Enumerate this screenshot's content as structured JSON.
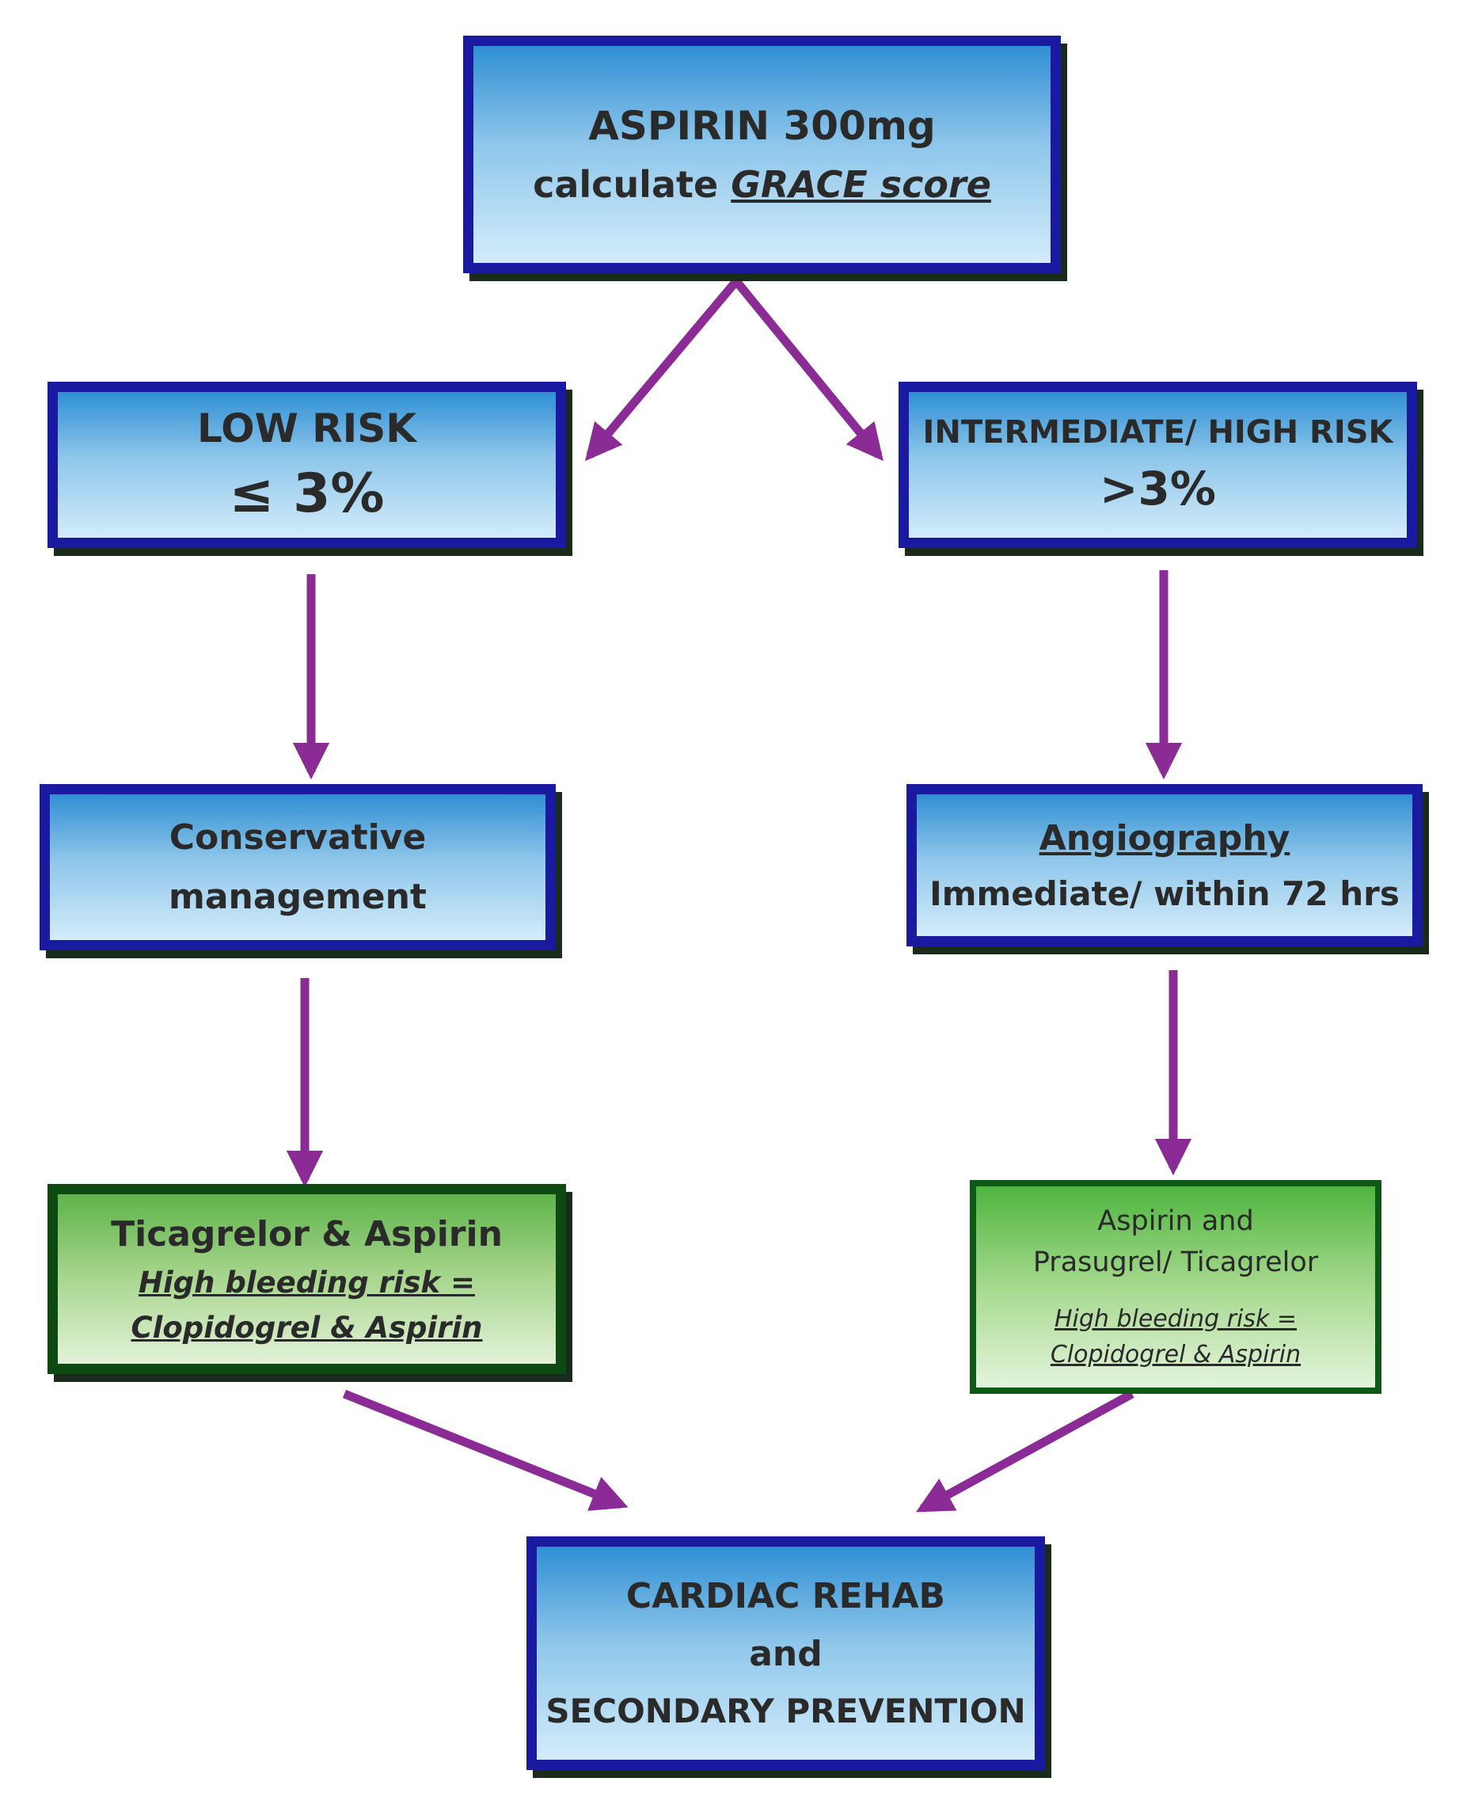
{
  "nodes": {
    "start": {
      "line1": "ASPIRIN 300mg",
      "line2_prefix": "calculate ",
      "line2_link": "GRACE score"
    },
    "low_risk": {
      "title": "LOW RISK",
      "value": "≤ 3%"
    },
    "high_risk": {
      "title": "INTERMEDIATE/ HIGH RISK",
      "value": ">3%"
    },
    "conservative": {
      "line1": "Conservative",
      "line2": "management"
    },
    "angiography": {
      "title": "Angiography",
      "line2": "Immediate/ within 72 hrs"
    },
    "low_treatment": {
      "line1": "Ticagrelor & Aspirin",
      "line2": "High bleeding risk =",
      "line3": "Clopidogrel & Aspirin"
    },
    "high_treatment": {
      "line1": "Aspirin and",
      "line2": "Prasugrel/ Ticagrelor",
      "line3": "High bleeding risk =",
      "line4": "Clopidogrel & Aspirin"
    },
    "rehab": {
      "line1": "CARDIAC REHAB",
      "line2": "and",
      "line3": "SECONDARY PREVENTION"
    }
  },
  "colors": {
    "arrow": "#8b2c96",
    "blue_border": "#1a1aa0",
    "green_border": "#0c4a12"
  }
}
